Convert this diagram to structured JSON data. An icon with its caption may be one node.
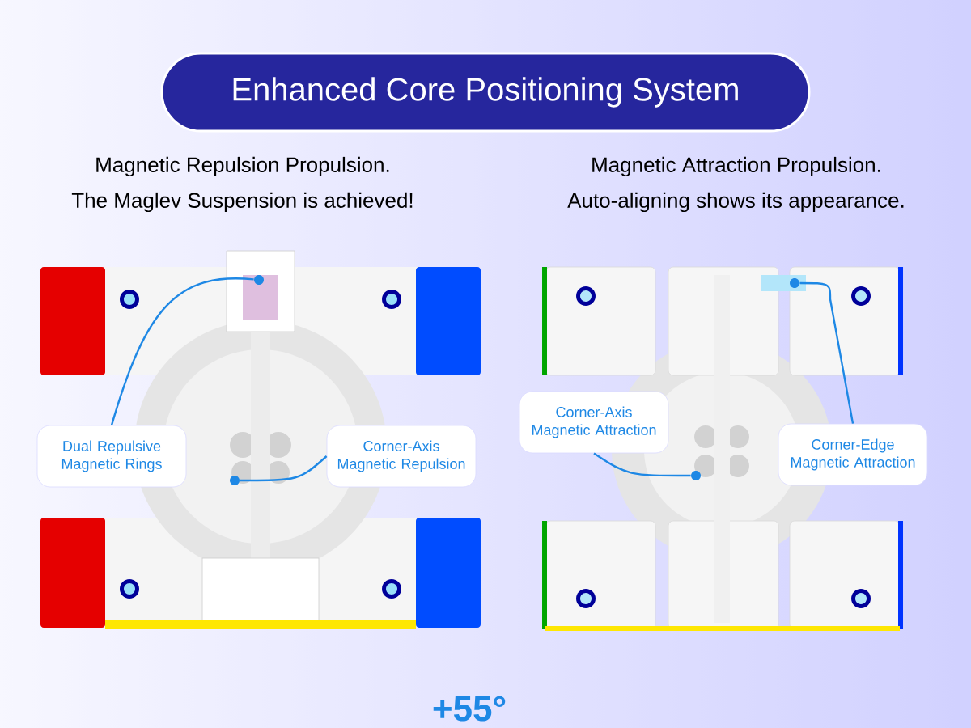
{
  "diagram": {
    "title": "Enhanced Core Positioning System",
    "nodes": [
      {
        "text": [
          "Dual Repulsive Magnetic Rings"
        ]
      },
      {
        "text": [
          "Corner-Axis Magnetic Repulsion"
        ]
      },
      {
        "text": [
          "Corner-Axis Magnetic Attraction"
        ]
      },
      {
        "text": [
          "Corner-Edge Magnetic Attraction"
        ]
      },
      {
        "text": [],
        "shape": "circle"
      },
      {
        "text": [],
        "shape": "circle"
      },
      {
        "text": [],
        "shape": "circle"
      },
      {
        "text": [],
        "shape": "circle"
      }
    ],
    "edges": [
      {
        "from": 0,
        "to": 4,
        "arrow": "none"
      },
      {
        "from": 1,
        "to": 5,
        "arrow": "none"
      },
      {
        "from": 2,
        "to": 6,
        "arrow": "none"
      },
      {
        "from": 3,
        "to": 7,
        "arrow": "none"
      }
    ],
    "labels": [
      "Magnetic Repulsion Propulsion.",
      "The Maglev Suspension is achieved!",
      "Magnetic Attraction Propulsion.",
      "Auto-aligning shows its appearance.",
      "+55°"
    ]
  }
}
